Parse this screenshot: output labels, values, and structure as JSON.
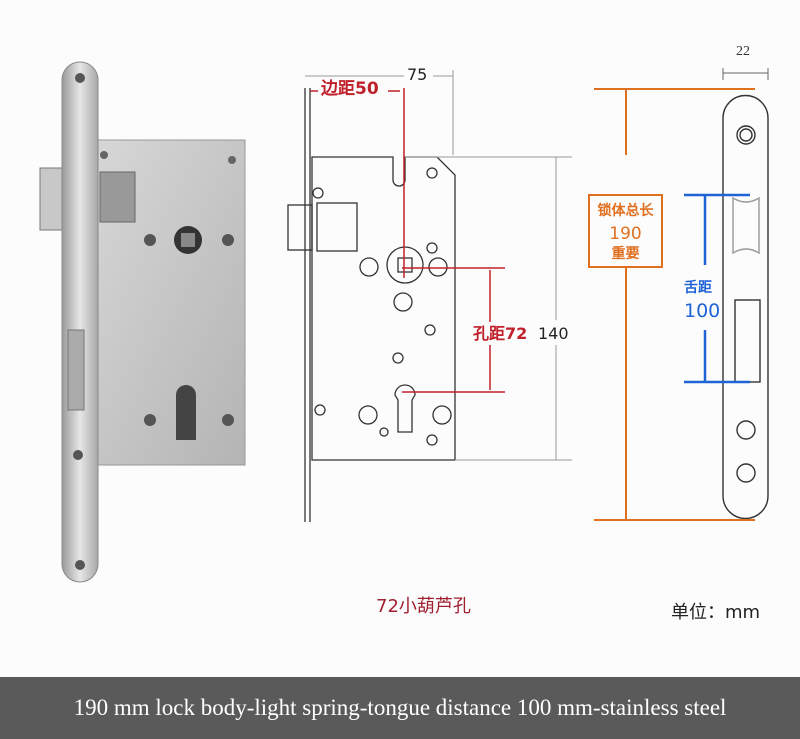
{
  "diagram": {
    "backset_label": "边距50",
    "width_label": "75",
    "hole_distance_label": "孔距72",
    "height_label": "140",
    "faceplate_width_label": "22",
    "total_length_title": "锁体总长",
    "total_length_value": "190",
    "total_length_note": "重要",
    "tongue_distance_title": "舌距",
    "tongue_distance_value": "100",
    "cylinder_hole_label": "72小葫芦孔",
    "unit_label": "单位：mm"
  },
  "caption": "190 mm lock body-light spring-tongue distance 100 mm-stainless steel",
  "colors": {
    "red": "#c0202a",
    "orange": "#e07020",
    "blue": "#1f63d6",
    "caption_bg": "#5a5a5a"
  }
}
